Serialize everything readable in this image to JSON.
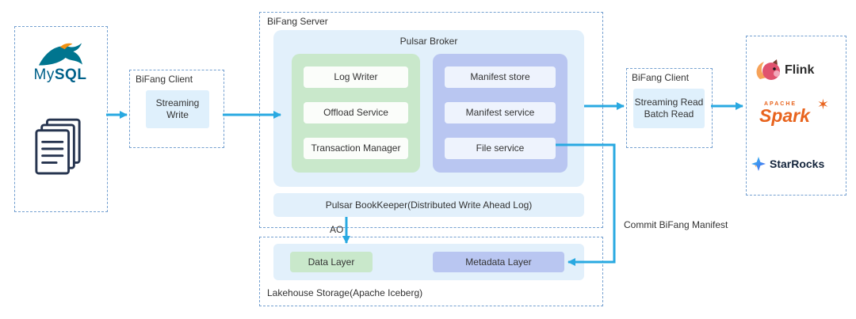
{
  "colors": {
    "arrow": "#29a9e1",
    "dash_border": "#74a0d0",
    "panel_blue": "#e2f0fb",
    "group_green": "#c9e8cb",
    "group_blue": "#b9c6f1",
    "client_box_blue": "#dff0fc"
  },
  "sources_panel": {
    "mysql_my": "My",
    "mysql_sql": "SQL"
  },
  "client_left": {
    "title": "BiFang Client",
    "label": "Streaming Write"
  },
  "server": {
    "title": "BiFang Server",
    "broker": {
      "title": "Pulsar Broker",
      "write_services": [
        "Log Writer",
        "Offload Service",
        "Transaction Manager"
      ],
      "manifest_services": [
        "Manifest store",
        "Manifest service",
        "File service"
      ]
    },
    "bookkeeper_label": "Pulsar BookKeeper(Distributed Write Ahead Log)"
  },
  "ao_label": "AO",
  "lakehouse": {
    "title": "Lakehouse Storage(Apache Iceberg)",
    "data_layer": "Data Layer",
    "metadata_layer": "Metadata Layer"
  },
  "client_right": {
    "title": "BiFang Client",
    "line1": "Streaming Read",
    "line2": "Batch Read"
  },
  "commit_label": "Commit BiFang Manifest",
  "sinks_panel": {
    "flink": "Flink",
    "spark_apache": "APACHE",
    "spark": "Spark",
    "starrocks": "StarRocks"
  }
}
